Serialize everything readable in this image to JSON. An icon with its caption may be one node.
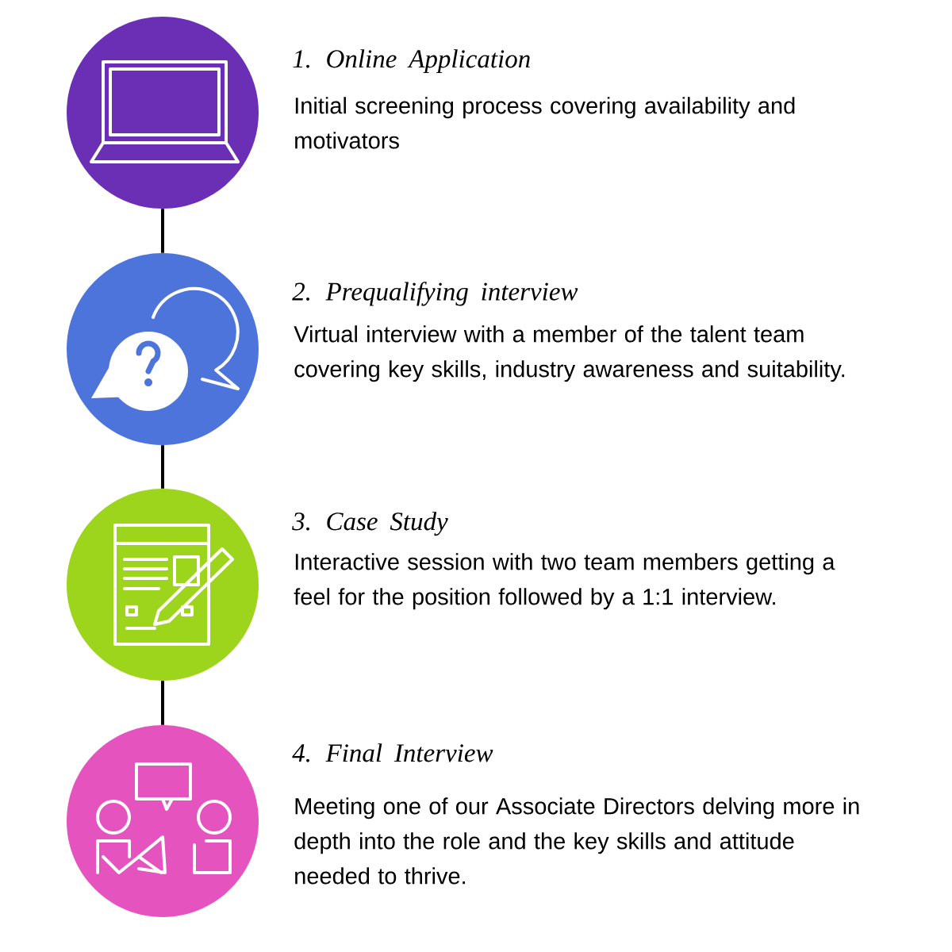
{
  "diagram": {
    "nodes": [
      {
        "text": [],
        "shape": "circle",
        "beside": [
          "1. Online Application",
          "Initial screening process covering availability and motivators"
        ]
      },
      {
        "text": [],
        "shape": "circle",
        "beside": [
          "2. Prequalifying interview",
          "Virtual interview with a member of the talent team covering key skills, industry awareness and suitability."
        ]
      },
      {
        "text": [],
        "shape": "circle",
        "beside": [
          "3. Case Study",
          "Interactive session with two team members getting a feel for the position followed by a 1:1 interview."
        ]
      },
      {
        "text": [],
        "shape": "circle",
        "beside": [
          "4. Final Interview",
          "Meeting one of our Associate Directors delving more in depth into the role and the key skills and attitude needed to thrive."
        ]
      }
    ],
    "edges": [
      {
        "from": 0,
        "to": 1,
        "arrow": "none"
      },
      {
        "from": 1,
        "to": 2,
        "arrow": "none"
      },
      {
        "from": 2,
        "to": 3,
        "arrow": "none"
      }
    ]
  }
}
